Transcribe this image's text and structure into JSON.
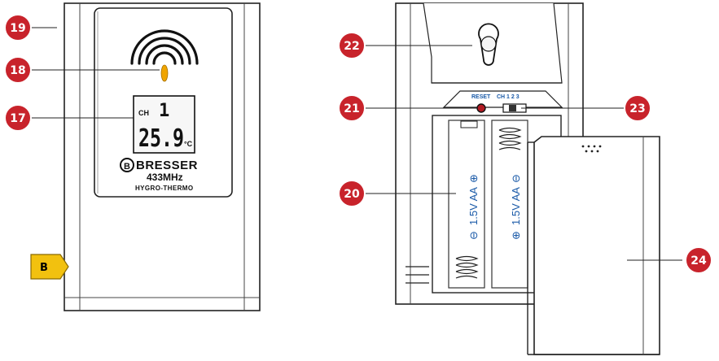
{
  "front": {
    "lcd_channel_label": "CH",
    "lcd_channel_value": "1",
    "lcd_temperature": "25.9",
    "lcd_unit": "°C",
    "brand": "BRESSER",
    "frequency": "433MHz",
    "model": "HYGRO-THERMO"
  },
  "back": {
    "reset_label": "RESET",
    "channel_label": "CH 1 2 3",
    "battery_label_1": "1.5V AA",
    "battery_label_2": "1.5V AA"
  },
  "side_tag": "B",
  "callouts": [
    {
      "id": "19",
      "label": "19"
    },
    {
      "id": "18",
      "label": "18"
    },
    {
      "id": "17",
      "label": "17"
    },
    {
      "id": "22",
      "label": "22"
    },
    {
      "id": "21",
      "label": "21"
    },
    {
      "id": "23",
      "label": "23"
    },
    {
      "id": "20",
      "label": "20"
    },
    {
      "id": "24",
      "label": "24"
    }
  ],
  "colors": {
    "callout": "#c8232b",
    "tag": "#f2c10f",
    "battery_text": "#1a5aa8",
    "led": "#f0a500"
  }
}
